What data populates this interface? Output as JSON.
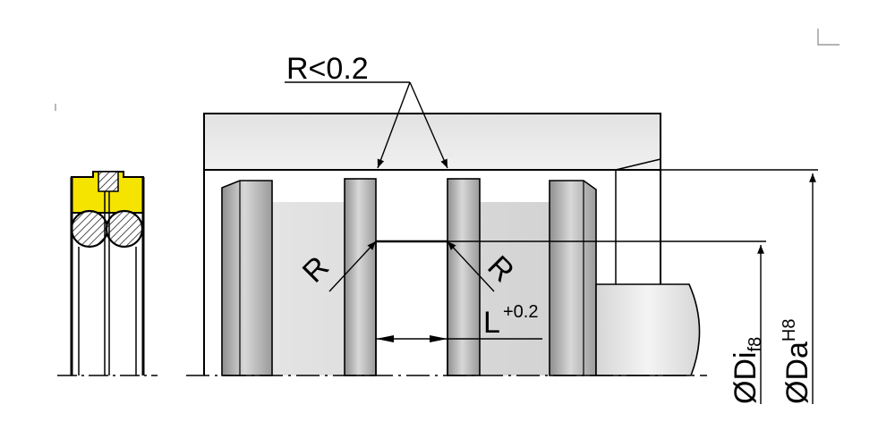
{
  "labels": {
    "radius_max": "R<0.2",
    "radius_left": "R",
    "radius_right": "R",
    "groove_width": "L",
    "groove_width_tol": "+0.2",
    "inner_diameter_symbol": "Ø",
    "inner_diameter": "Di",
    "inner_diameter_tol": "f8",
    "outer_diameter_symbol": "Ø",
    "outer_diameter": "Da",
    "outer_diameter_tol": "H8"
  },
  "colors": {
    "seal_jacket": "#f5e400",
    "line": "#000000",
    "fill_dark": "#b4b4b4",
    "fill_light": "#e4e4e4"
  }
}
